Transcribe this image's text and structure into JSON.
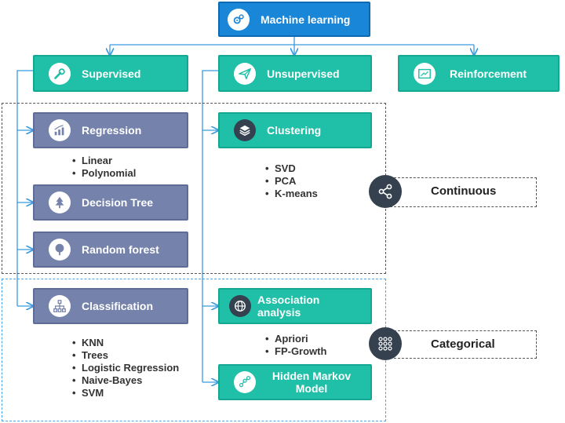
{
  "root": {
    "label": "Machine learning",
    "icon": "gears-icon"
  },
  "categories": {
    "supervised": {
      "label": "Supervised",
      "icon": "wrench-icon"
    },
    "unsupervised": {
      "label": "Unsupervised",
      "icon": "paper-plane-icon"
    },
    "reinforcement": {
      "label": "Reinforcement",
      "icon": "chart-screen-icon"
    }
  },
  "supervised": {
    "regression": {
      "label": "Regression",
      "icon": "bar-chart-icon",
      "items": [
        "Linear",
        "Polynomial"
      ]
    },
    "decision_tree": {
      "label": "Decision Tree",
      "icon": "tree-icon"
    },
    "random_forest": {
      "label": "Random forest",
      "icon": "round-tree-icon"
    },
    "classification": {
      "label": "Classification",
      "icon": "hierarchy-icon",
      "items": [
        "KNN",
        "Trees",
        "Logistic Regression",
        "Naive-Bayes",
        "SVM"
      ]
    }
  },
  "unsupervised": {
    "clustering": {
      "label": "Clustering",
      "icon": "layers-icon",
      "items": [
        "SVD",
        "PCA",
        "K-means"
      ]
    },
    "association": {
      "label": "Association analysis",
      "icon": "globe-icon",
      "items": [
        "Apriori",
        "FP-Growth"
      ]
    },
    "hmm": {
      "label": "Hidden Markov Model",
      "icon": "nodes-icon"
    }
  },
  "tags": {
    "continuous": {
      "label": "Continuous",
      "icon": "share-icon"
    },
    "categorical": {
      "label": "Categorical",
      "icon": "dot-grid-icon"
    }
  },
  "colors": {
    "root": "#1a86d8",
    "teal": "#1fbfa8",
    "slate": "#7582ab",
    "connector": "#3a9be0",
    "tag_circle": "#35414f"
  }
}
